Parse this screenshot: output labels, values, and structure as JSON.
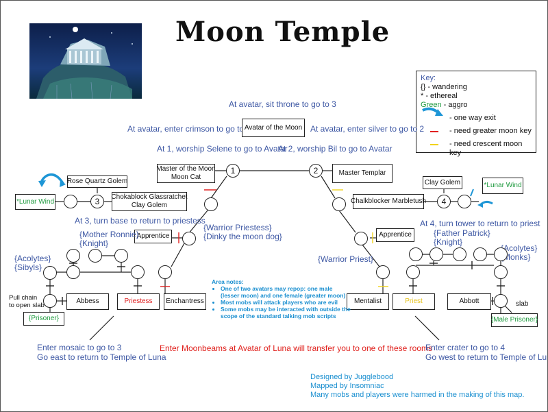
{
  "title": "Moon Temple",
  "key": {
    "heading": "Key:",
    "wandering": "{} - wandering",
    "ethereal": "*  - ethereal",
    "green_word": "Green",
    "aggro": " - aggro",
    "one_way_exit": "- one way exit",
    "greater_moon_key": "- need greater moon key",
    "crescent_moon_key": "- need crescent moon key"
  },
  "colors": {
    "note_text": "#3e58a4",
    "aggro_green": "#1e9a3e",
    "greater_key_red": "#e02020",
    "crescent_key_yellow": "#f1d31b",
    "one_way_arrow": "#1e96d6",
    "area_notes": "#1a8fd0",
    "transfer_red": "#e0201c"
  },
  "notes": {
    "sit_throne": "At avatar, sit throne to go to 3",
    "enter_crimson": "At avatar, enter crimson to go to1",
    "enter_silver": "At avatar, enter silver to go to 2",
    "worship_selene": "At 1, worship Selene to go to Avatar",
    "worship_bil": "At 2, worship Bil to go to Avatar",
    "turn_base": "At 3, turn base to return to priestess",
    "turn_tower": "At 4, turn tower to return to priest",
    "pull_chain_1": "Pull chain",
    "pull_chain_2": "to open slab",
    "slab": "slab",
    "mosaic_1": "Enter mosaic to go to 3",
    "mosaic_2": "Go east to return to Temple of Luna",
    "moonbeams": "Enter Moonbeams at Avatar of Luna will transfer you to one of these rooms",
    "crater_1": "Enter crater to go to 4",
    "crater_2": "Go west to return to Temple of Luna",
    "credit_1": "Designed by Jugglebood",
    "credit_2": "Mapped by Insomniac",
    "credit_3": "Many mobs and players were harmed in the making of this map."
  },
  "rooms": {
    "avatar_of_moon": "Avatar of the Moon",
    "master_moon_1": "Master of the Moon",
    "master_moon_2": "Moon Cat",
    "master_templar": "Master Templar",
    "rose_quartz": "Rose Quartz Golem",
    "lunar_wind": "*Lunar Wind",
    "chokablock_1": "Chokablock Glassratchet",
    "chokablock_2": "Clay Golem",
    "clay_golem": "Clay Golem",
    "chalkblocker": "Chalkblocker Marbletush",
    "apprentice": "Apprentice",
    "abbess": "Abbess",
    "priestess": "Priestess",
    "enchantress": "Enchantress",
    "prisoner": "{Prisoner}",
    "mentalist": "Mentalist",
    "priest": "Priest",
    "abbott": "Abbott",
    "male_prisoner": "{Male Prisoner}"
  },
  "nodes": {
    "n1": "1",
    "n2": "2",
    "n3": "3",
    "n4": "4"
  },
  "mobs": {
    "warrior_priestess_1": "{Warrior Priestess}",
    "warrior_priestess_2": "{Dinky the moon dog}",
    "mother_ronnie_1": "{Mother Ronnie}",
    "mother_ronnie_2": "{Knight}",
    "acolytes_left_1": "{Acolytes}",
    "acolytes_left_2": "{Sibyls}",
    "warrior_priest": "{Warrior Priest}",
    "father_patrick_1": "{Father Patrick}",
    "father_patrick_2": "{Knight}",
    "acolytes_right_1": "{Acolytes}",
    "acolytes_right_2": "{Monks}"
  },
  "area_notes": {
    "heading": "Area notes:",
    "items": [
      "One of two avatars may repop: one male (lesser moon) and one female (greater moon)",
      "Most mobs will attack players who are evil",
      "Some mobs may be interacted with outside the scope of the standard talking mob scripts"
    ]
  }
}
